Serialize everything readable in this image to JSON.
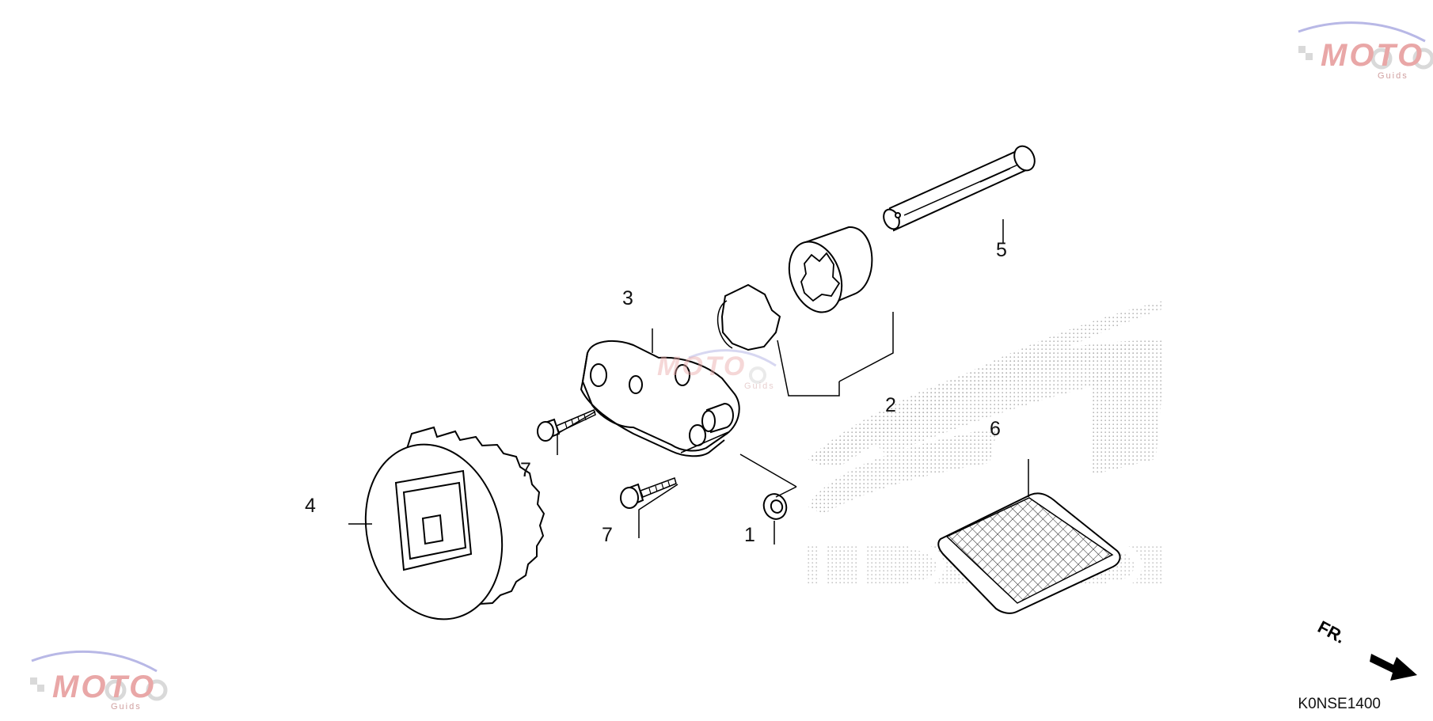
{
  "callouts": {
    "c1": "1",
    "c2": "2",
    "c3": "3",
    "c4": "4",
    "c5": "5",
    "c6": "6",
    "c7a": "7",
    "c7b": "7"
  },
  "direction_label": "FR.",
  "diagram_code": "K0NSE1400",
  "watermark": {
    "brand": "MOTO",
    "sub": "Guids",
    "color_red": "#e9a7a7",
    "color_blue": "#b8b8e6"
  },
  "colors": {
    "line": "#000000",
    "stipple": "#b5b5b5"
  }
}
